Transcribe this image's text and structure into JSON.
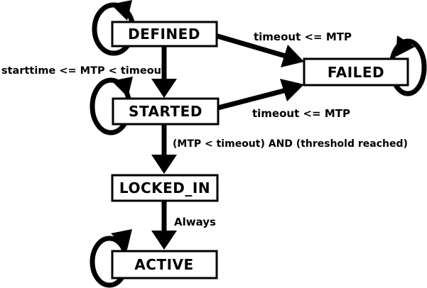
{
  "diagram": {
    "type": "state-machine",
    "colors": {
      "ink": "#000000",
      "background": "#ffffff"
    },
    "states": [
      {
        "id": "defined",
        "label": "DEFINED",
        "self_loop": true
      },
      {
        "id": "started",
        "label": "STARTED",
        "self_loop": true
      },
      {
        "id": "failed",
        "label": "FAILED",
        "self_loop": true
      },
      {
        "id": "locked_in",
        "label": "LOCKED_IN",
        "self_loop": false
      },
      {
        "id": "active",
        "label": "ACTIVE",
        "self_loop": true
      }
    ],
    "transitions": [
      {
        "from": "defined",
        "to": "started",
        "label": "starttime <= MTP < timeout"
      },
      {
        "from": "defined",
        "to": "failed",
        "label": "timeout <= MTP"
      },
      {
        "from": "started",
        "to": "failed",
        "label": "timeout <= MTP"
      },
      {
        "from": "started",
        "to": "locked_in",
        "label": "(MTP < timeout) AND (threshold reached)"
      },
      {
        "from": "locked_in",
        "to": "active",
        "label": "Always"
      }
    ]
  }
}
